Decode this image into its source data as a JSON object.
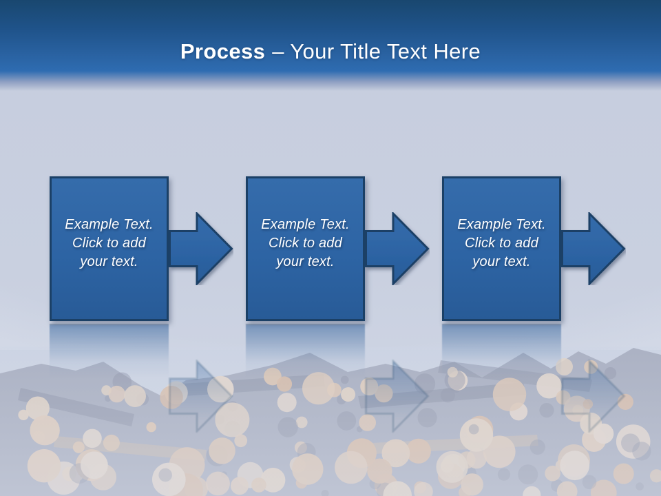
{
  "title": {
    "emphasis": "Process",
    "rest": "– Your Title Text Here"
  },
  "process": {
    "connector": "right-arrow",
    "steps": [
      {
        "lines": [
          "Example Text.",
          "Click to add",
          "your text."
        ]
      },
      {
        "lines": [
          "Example Text.",
          "Click to add",
          "your text."
        ]
      },
      {
        "lines": [
          "Example Text.",
          "Click to add",
          "your text."
        ]
      }
    ]
  },
  "background": {
    "photo_alt": "washed-out photo of stacked timber logs along the bottom edge"
  },
  "colors": {
    "header_top": "#19476f",
    "header_bottom": "#2e6cb1",
    "canvas": "#c8cfe0",
    "shape_fill": "#2d64a4",
    "shape_border": "#1b4066",
    "title_text": "#ffffff",
    "step_text": "#ffffff",
    "log_wood": "#e8c8a8"
  }
}
